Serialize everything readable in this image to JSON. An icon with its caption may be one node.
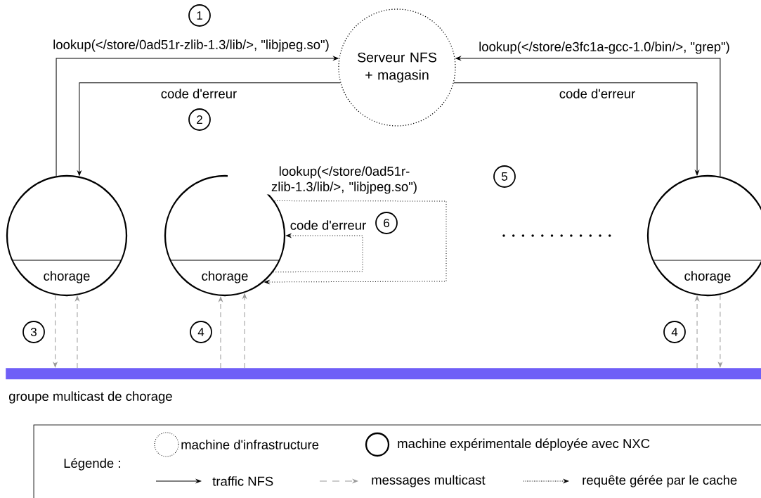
{
  "diagram": {
    "nodes": [
      {
        "text": [
          "Serveur NFS + magasin"
        ]
      },
      {
        "text": [
          "chorage"
        ]
      },
      {
        "text": [
          "chorage"
        ]
      },
      {
        "text": [
          "chorage"
        ]
      },
      {
        "text": [],
        "shape": "bar",
        "beside": [
          "groupe multicast de chorage"
        ]
      }
    ],
    "edges": [
      {
        "from": 1,
        "to": 0,
        "arrow": "to",
        "label": "lookup(</store/0ad51r-zlib-1.3/lib/>, \"libjpeg.so\")"
      },
      {
        "from": 0,
        "to": 1,
        "arrow": "to",
        "label": "code d'erreur"
      },
      {
        "from": 3,
        "to": 0,
        "arrow": "to",
        "label": "lookup(</store/e3fc1a-gcc-1.0/bin/>, \"grep\")"
      },
      {
        "from": 0,
        "to": 3,
        "arrow": "to",
        "label": "code d'erreur"
      },
      {
        "from": 2,
        "to": 2,
        "arrow": "to",
        "label": "lookup(</store/0ad51r-zlib-1.3/lib/>, \"libjpeg.so\")",
        "style": "dashed"
      },
      {
        "from": 2,
        "to": 2,
        "arrow": "to",
        "label": "code d'erreur",
        "style": "dashed"
      },
      {
        "from": 1,
        "to": 4,
        "arrow": "to",
        "style": "dashed",
        "color": "#999999"
      },
      {
        "from": 4,
        "to": 1,
        "arrow": "to",
        "style": "dashed",
        "color": "#999999"
      },
      {
        "from": 4,
        "to": 2,
        "arrow": "to",
        "style": "dashed",
        "color": "#999999"
      },
      {
        "from": 4,
        "to": 2,
        "arrow": "to",
        "style": "dashed",
        "color": "#999999"
      },
      {
        "from": 4,
        "to": 3,
        "arrow": "to",
        "style": "dashed",
        "color": "#999999"
      },
      {
        "from": 3,
        "to": 4,
        "arrow": "to",
        "style": "dashed",
        "color": "#999999"
      }
    ],
    "labels": [
      "1",
      "2",
      "5",
      "6",
      "3",
      "4",
      "4",
      "Légende :"
    ],
    "legend": [
      {
        "text": "machine d'infrastructure"
      },
      {
        "text": "machine expérimentale déployée avec NXC"
      },
      {
        "text": "traffic NFS"
      },
      {
        "text": "messages multicast"
      },
      {
        "text": "requête gérée par le cache"
      }
    ]
  }
}
